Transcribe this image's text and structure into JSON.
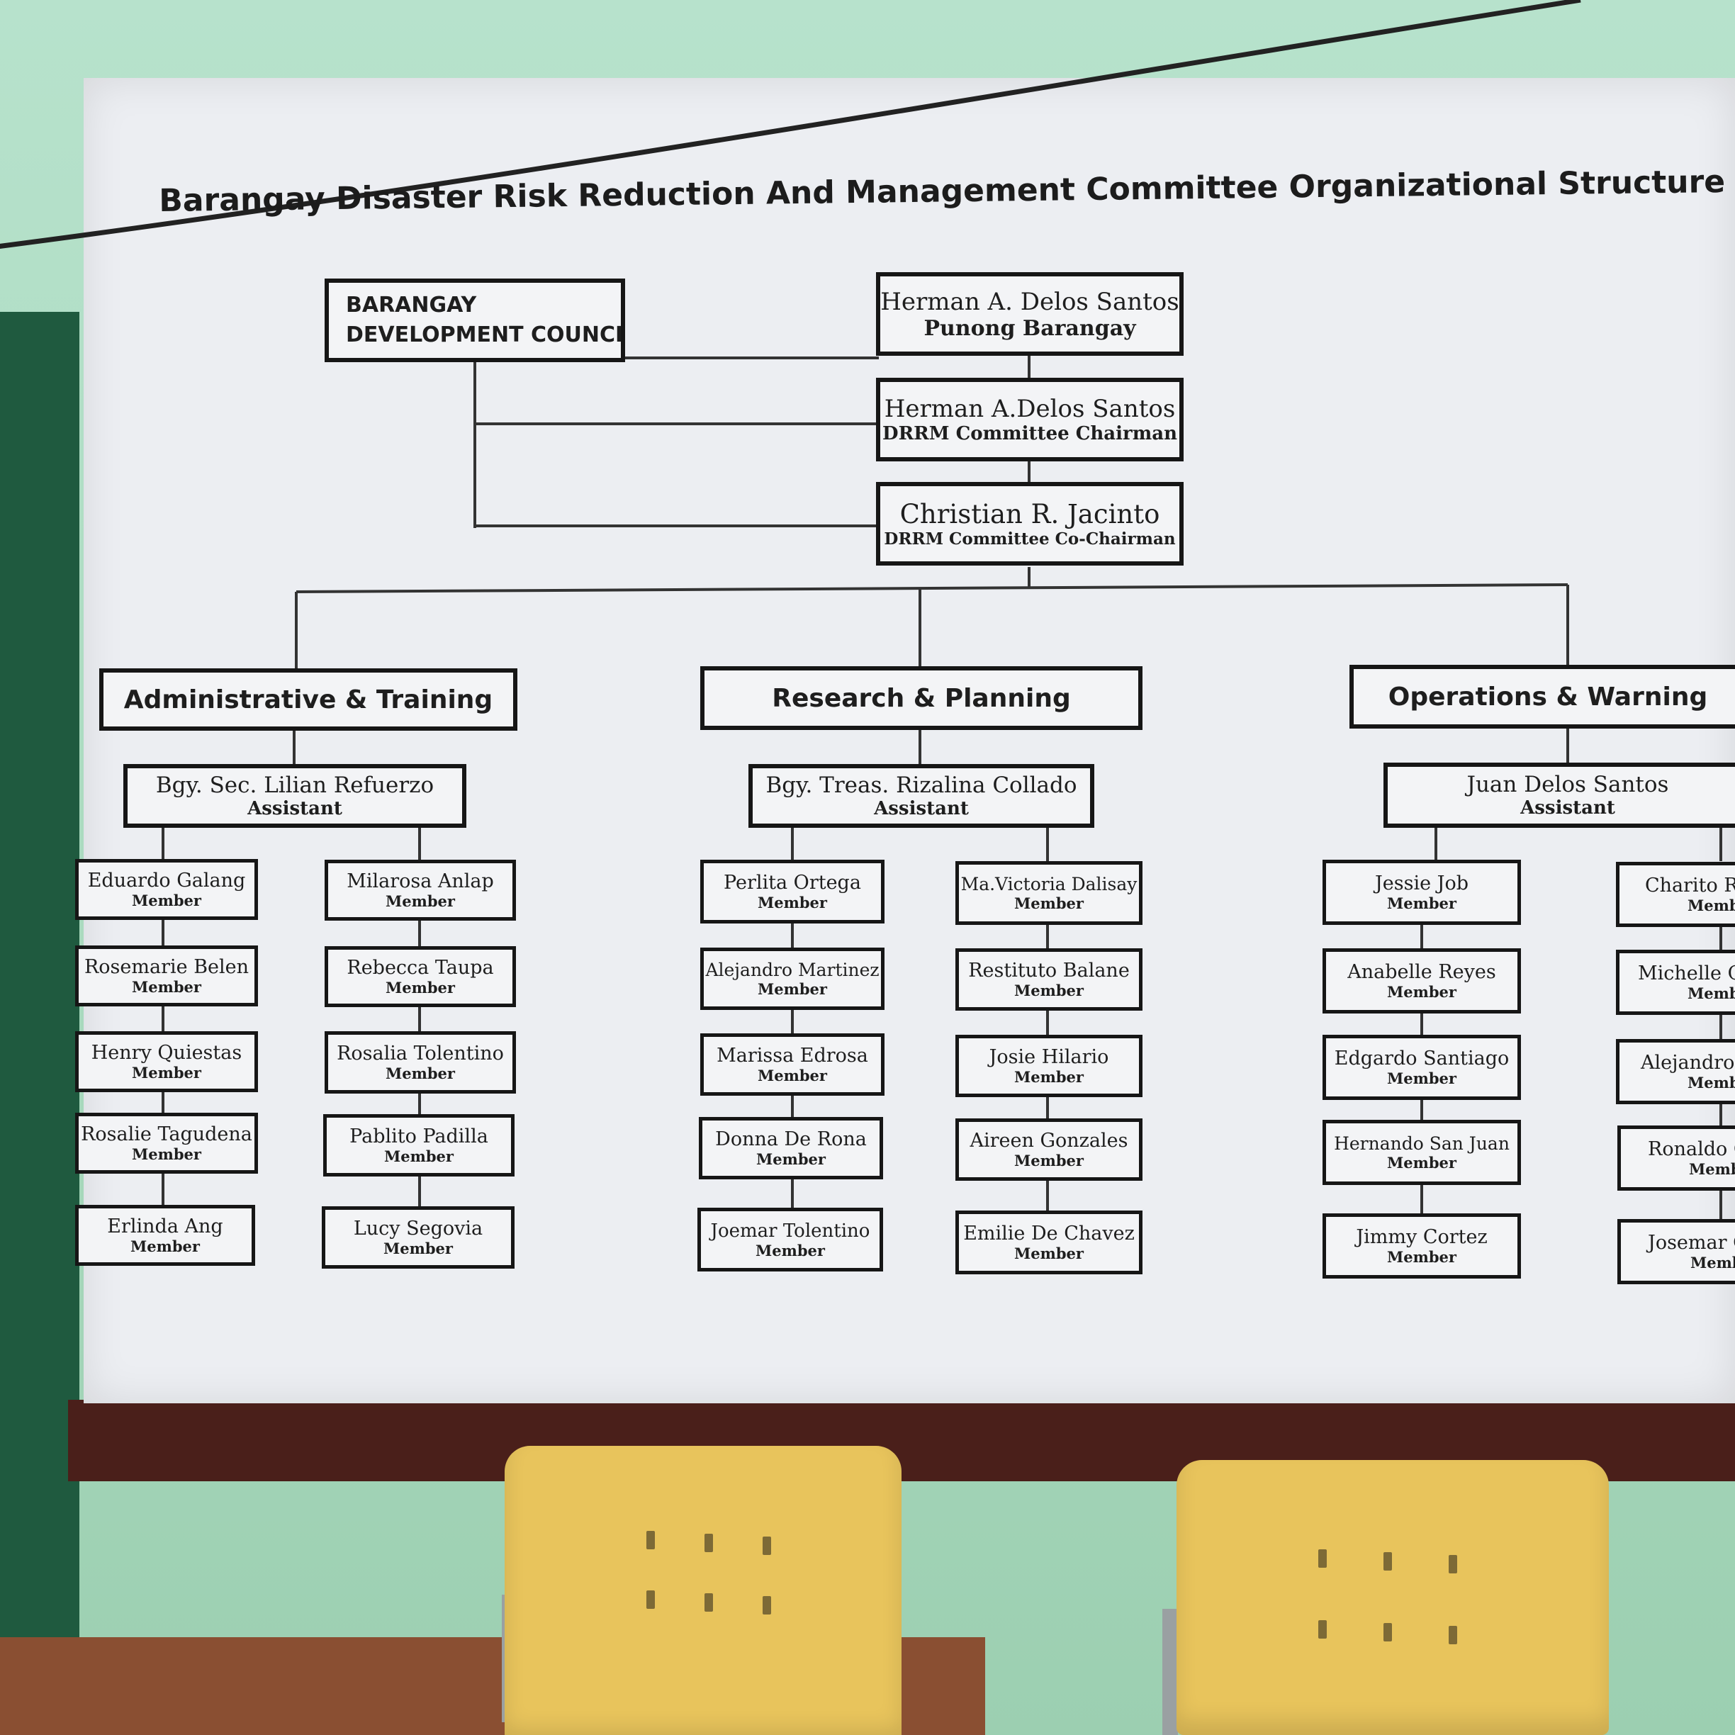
{
  "poster": {
    "title": "Barangay Disaster Risk Reduction And Management Committee Organizational Structure"
  },
  "council": {
    "line1": "BARANGAY",
    "line2": "DEVELOPMENT COUNCIL"
  },
  "leadership": [
    {
      "name": "Herman A. Delos Santos",
      "role": "Punong Barangay"
    },
    {
      "name": "Herman A.Delos Santos",
      "role": "DRRM Committee Chairman"
    },
    {
      "name": "Christian R. Jacinto",
      "role": "DRRM Committee Co-Chairman"
    }
  ],
  "departments": [
    {
      "name": "Administrative & Training",
      "assistant": {
        "name": "Bgy. Sec. Lilian Refuerzo",
        "role": "Assistant"
      },
      "left_members": [
        {
          "name": "Eduardo Galang",
          "role": "Member"
        },
        {
          "name": "Rosemarie Belen",
          "role": "Member"
        },
        {
          "name": "Henry Quiestas",
          "role": "Member"
        },
        {
          "name": "Rosalie Tagudena",
          "role": "Member"
        },
        {
          "name": "Erlinda Ang",
          "role": "Member"
        }
      ],
      "right_members": [
        {
          "name": "Milarosa Anlap",
          "role": "Member"
        },
        {
          "name": "Rebecca Taupa",
          "role": "Member"
        },
        {
          "name": "Rosalia Tolentino",
          "role": "Member"
        },
        {
          "name": "Pablito Padilla",
          "role": "Member"
        },
        {
          "name": "Lucy Segovia",
          "role": "Member"
        }
      ]
    },
    {
      "name": "Research & Planning",
      "assistant": {
        "name": "Bgy. Treas. Rizalina Collado",
        "role": "Assistant"
      },
      "left_members": [
        {
          "name": "Perlita Ortega",
          "role": "Member"
        },
        {
          "name": "Alejandro Martinez",
          "role": "Member"
        },
        {
          "name": "Marissa Edrosa",
          "role": "Member"
        },
        {
          "name": "Donna De Rona",
          "role": "Member"
        },
        {
          "name": "Joemar Tolentino",
          "role": "Member"
        }
      ],
      "right_members": [
        {
          "name": "Ma.Victoria Dalisay",
          "role": "Member"
        },
        {
          "name": "Restituto Balane",
          "role": "Member"
        },
        {
          "name": "Josie Hilario",
          "role": "Member"
        },
        {
          "name": "Aireen Gonzales",
          "role": "Member"
        },
        {
          "name": "Emilie De Chavez",
          "role": "Member"
        }
      ]
    },
    {
      "name": "Operations & Warning",
      "assistant": {
        "name": "Juan Delos Santos",
        "role": "Assistant"
      },
      "left_members": [
        {
          "name": "Jessie Job",
          "role": "Member"
        },
        {
          "name": "Anabelle Reyes",
          "role": "Member"
        },
        {
          "name": "Edgardo Santiago",
          "role": "Member"
        },
        {
          "name": "Hernando San Juan",
          "role": "Member"
        },
        {
          "name": "Jimmy Cortez",
          "role": "Member"
        }
      ],
      "right_members": [
        {
          "name": "Charito R",
          "role": "Memb"
        },
        {
          "name": "Michelle C",
          "role": "Memb"
        },
        {
          "name": "Alejandro",
          "role": "Memb"
        },
        {
          "name": "Ronaldo C",
          "role": "Memb"
        },
        {
          "name": "Josemar C",
          "role": "Memb"
        }
      ]
    }
  ]
}
